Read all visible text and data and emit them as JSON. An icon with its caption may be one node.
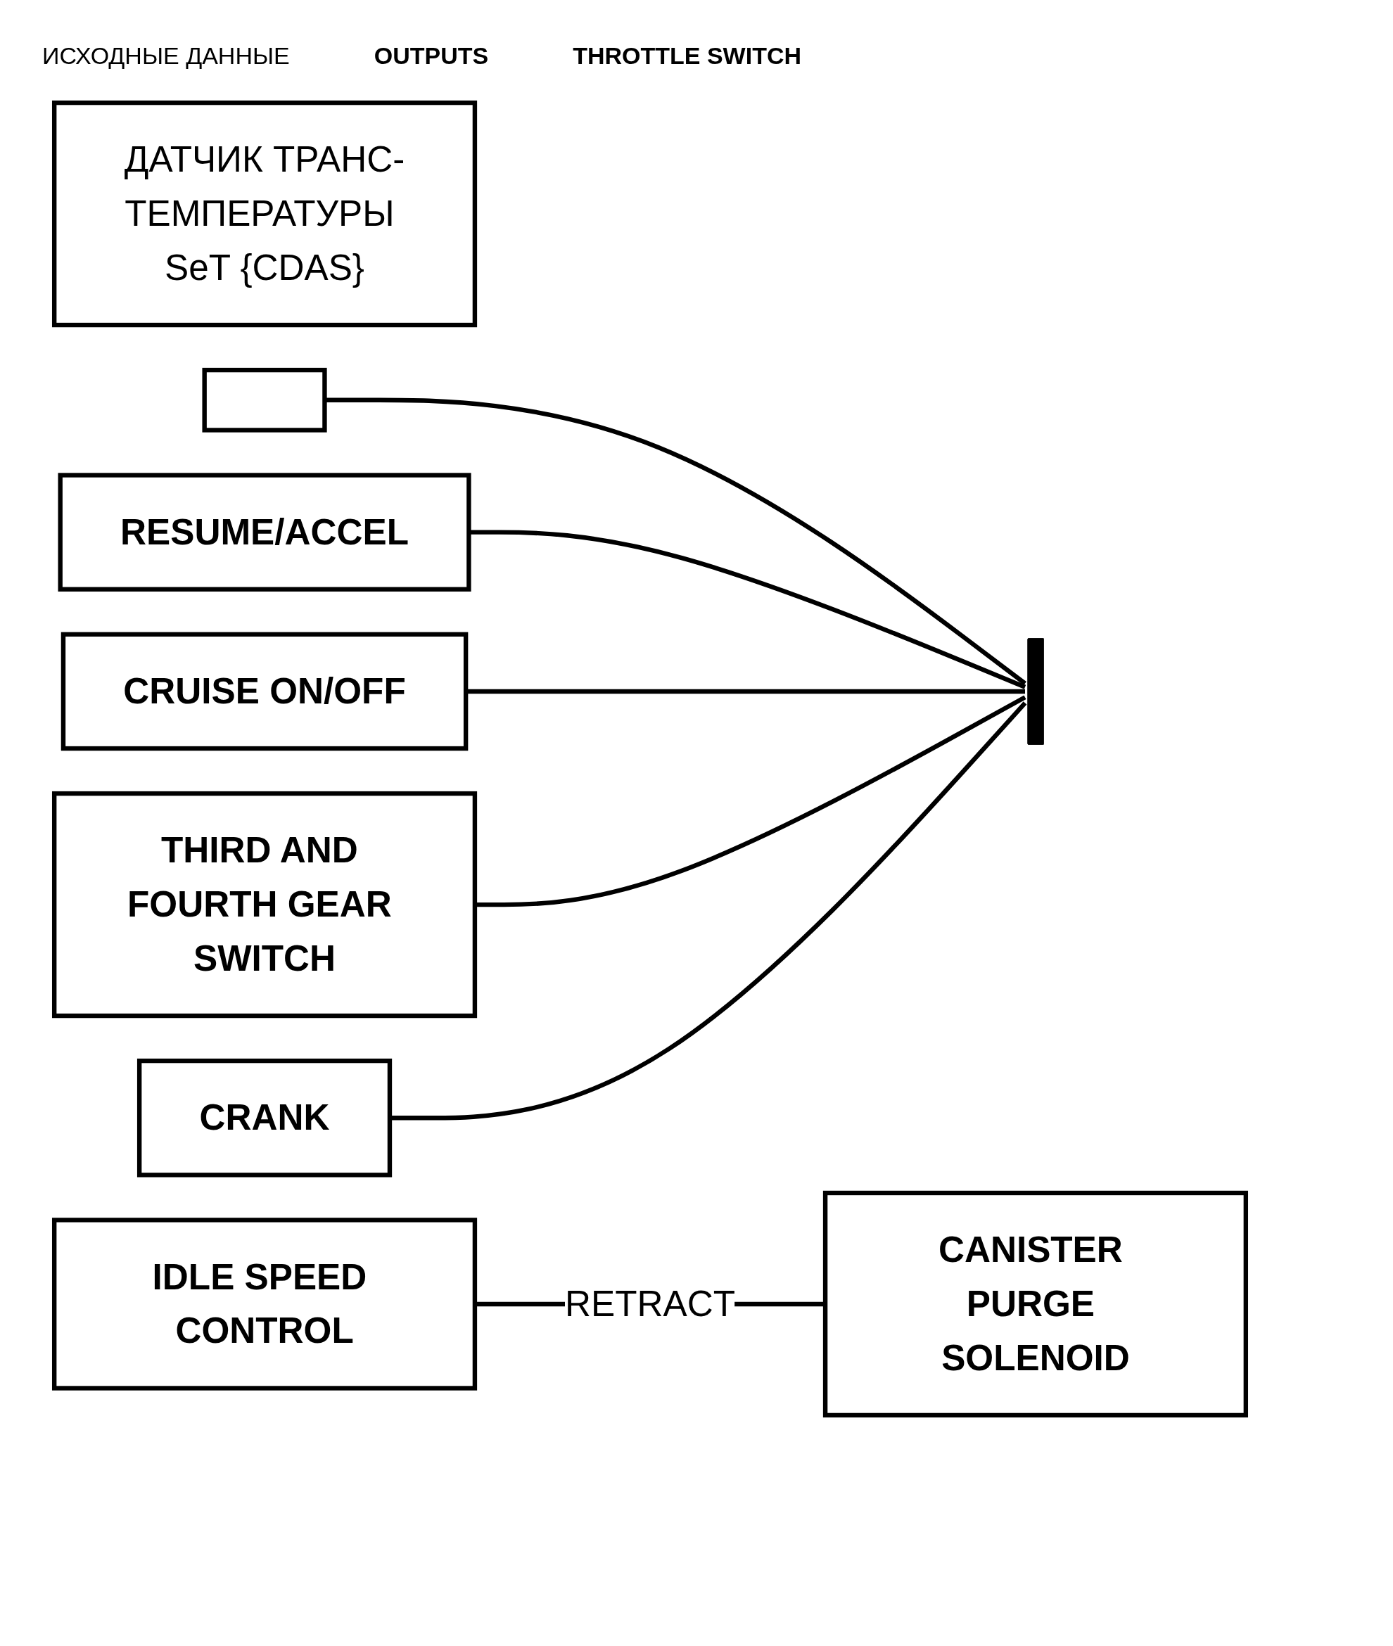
{
  "diagram": {
    "nodes": [
      {
        "text": [
          "ДАТЧИК ТРАНС-ТЕМПЕРАТУРЫ SeT {CDAS}"
        ]
      },
      {
        "text": [],
        "shape": "box"
      },
      {
        "text": [
          "RESUME/ACCEL"
        ]
      },
      {
        "text": [
          "CRUISE ON/OFF"
        ]
      },
      {
        "text": [
          "THIRD AND FOURTH GEAR SWITCH"
        ]
      },
      {
        "text": [
          "CRANK"
        ]
      },
      {
        "text": [],
        "shape": "bar"
      },
      {
        "text": [
          "IDLE SPEED CONTROL"
        ]
      },
      {
        "text": [
          "CANISTER PURGE SOLENOID"
        ]
      }
    ],
    "edges": [
      {
        "from": 1,
        "to": 6,
        "arrow": "none"
      },
      {
        "from": 2,
        "to": 6,
        "arrow": "none"
      },
      {
        "from": 3,
        "to": 6,
        "arrow": "none"
      },
      {
        "from": 4,
        "to": 6,
        "arrow": "none"
      },
      {
        "from": 5,
        "to": 6,
        "arrow": "none"
      },
      {
        "from": 7,
        "to": 8,
        "arrow": "none",
        "label": "RETRACT"
      }
    ],
    "labels": [
      "ИСХОДНЫЕ ДАННЫЕ",
      "OUTPUTS",
      "THROTTLE SWITCH"
    ]
  }
}
